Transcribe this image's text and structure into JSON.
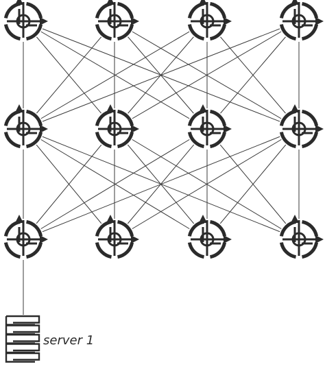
{
  "topology": {
    "rows": 3,
    "columns": 4,
    "switch_icon": "router-icon",
    "server_icon": "server-rack-icon",
    "server_label": "server 1",
    "connections": [
      {
        "from_row": 0,
        "to_row": 1,
        "pattern": "full-mesh"
      },
      {
        "from_row": 1,
        "to_row": 2,
        "pattern": "full-mesh"
      }
    ],
    "server_attached_to": {
      "row": 2,
      "column": 0
    }
  }
}
